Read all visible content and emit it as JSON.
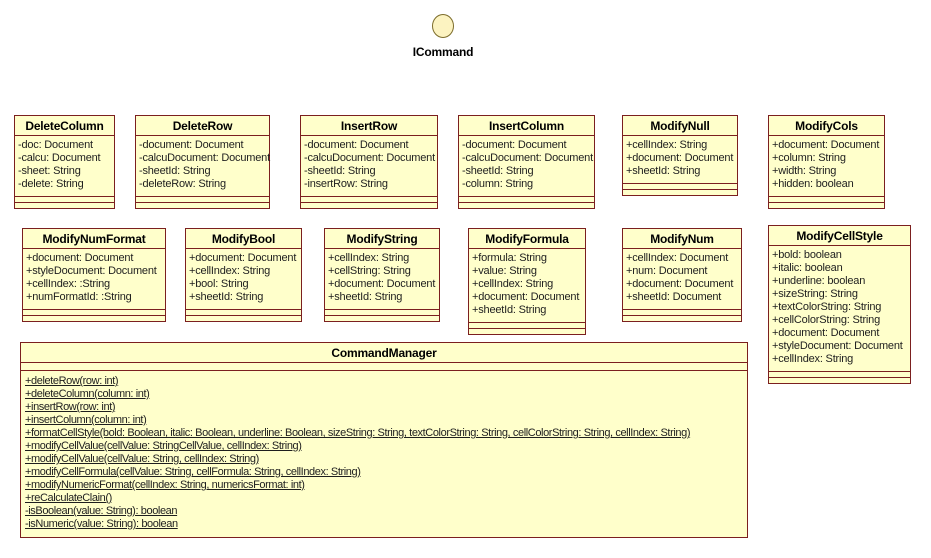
{
  "colors": {
    "box_fill": "#ffffcb",
    "box_border": "#7b1f1f",
    "circle_fill": "#fcf3c1",
    "circle_border": "#7c6c2a"
  },
  "interface": {
    "name": "ICommand"
  },
  "classes": [
    {
      "name": "DeleteColumn",
      "attributes": [
        "-doc: Document",
        "-calcu: Document",
        "-sheet: String",
        "-delete: String"
      ],
      "methods": []
    },
    {
      "name": "DeleteRow",
      "attributes": [
        "-document: Document",
        "-calcuDocument: Document",
        "-sheetId: String",
        "-deleteRow: String"
      ],
      "methods": []
    },
    {
      "name": "InsertRow",
      "attributes": [
        "-document: Document",
        "-calcuDocument: Document",
        "-sheetId: String",
        "-insertRow: String"
      ],
      "methods": []
    },
    {
      "name": "InsertColumn",
      "attributes": [
        "-document: Document",
        "-calcuDocument: Document",
        "-sheetId: String",
        "-column: String"
      ],
      "methods": []
    },
    {
      "name": "ModifyNull",
      "attributes": [
        "+cellIndex: String",
        "+document: Document",
        "+sheetId: String"
      ],
      "methods": []
    },
    {
      "name": "ModifyCols",
      "attributes": [
        "+document: Document",
        "+column: String",
        "+width: String",
        "+hidden: boolean"
      ],
      "methods": []
    },
    {
      "name": "ModifyNumFormat",
      "attributes": [
        "+document: Document",
        "+styleDocument: Document",
        "+cellIndex: :String",
        "+numFormatId: :String"
      ],
      "methods": []
    },
    {
      "name": "ModifyBool",
      "attributes": [
        "+document: Document",
        "+cellIndex: String",
        "+bool: String",
        "+sheetId: String"
      ],
      "methods": []
    },
    {
      "name": "ModifyString",
      "attributes": [
        "+cellIndex: String",
        "+cellString: String",
        "+document: Document",
        "+sheetId: String"
      ],
      "methods": []
    },
    {
      "name": "ModifyFormula",
      "attributes": [
        "+formula: String",
        "+value: String",
        "+cellIndex: String",
        "+document: Document",
        "+sheetId: String"
      ],
      "methods": []
    },
    {
      "name": "ModifyNum",
      "attributes": [
        "+cellIndex: Document",
        "+num: Document",
        "+document: Document",
        "+sheetId: Document"
      ],
      "methods": []
    },
    {
      "name": "ModifyCellStyle",
      "attributes": [
        "+bold: boolean",
        "+italic: boolean",
        "+underline: boolean",
        "+sizeString: String",
        "+textColorString: String",
        "+cellColorString: String",
        "+document: Document",
        "+styleDocument: Document",
        "+cellIndex: String"
      ],
      "methods": []
    },
    {
      "name": "CommandManager",
      "attributes": [],
      "methods": [
        "+deleteRow(row: int)",
        "+deleteColumn(column: int)",
        "+insertRow(row: int)",
        "+insertColumn(column: int)",
        "+formatCellStyle(bold: Boolean, italic: Boolean, underline: Boolean, sizeString: String, textColorString: String, cellColorString: String, cellIndex: String)",
        "+modifyCellValue(cellValue: StringCellValue, cellIndex: String)",
        "+modifyCellValue(cellValue: String, cellIndex: String)",
        "+modifyCellFormula(cellValue: String, cellFormula: String, cellIndex: String)",
        "+modifyNumericFormat(cellIndex: String, numericsFormat: int)",
        "+reCalculateClain()",
        "-isBoolean(value: String): boolean",
        "-isNumeric(value: String): boolean"
      ]
    }
  ]
}
